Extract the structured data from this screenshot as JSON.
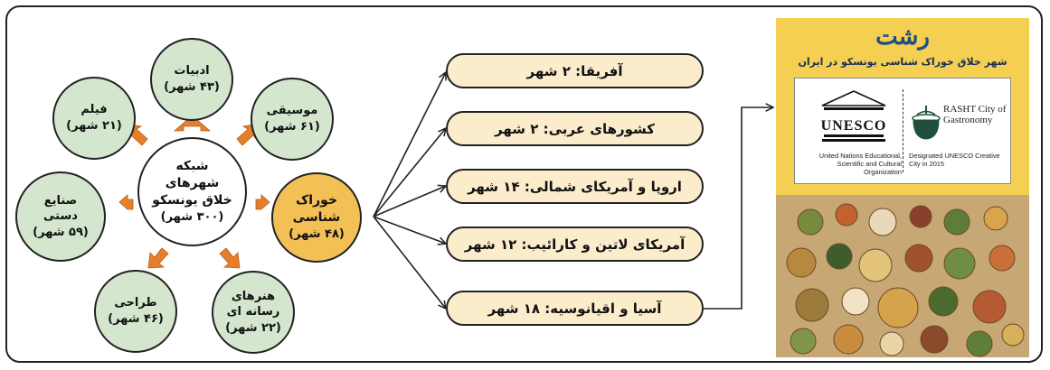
{
  "hub": {
    "label": "شبکه شهرهای خلاق یونسکو",
    "count": "(۳۰۰ شهر)"
  },
  "categories": [
    {
      "label": "ادبیات",
      "count": "(۴۳ شهر)"
    },
    {
      "label": "موسیقی",
      "count": "(۶۱ شهر)"
    },
    {
      "label": "فیلم",
      "count": "(۲۱ شهر)"
    },
    {
      "label": "صنایع دستی",
      "count": "(۵۹ شهر)"
    },
    {
      "label": "طراحی",
      "count": "(۴۶ شهر)"
    },
    {
      "label": "هنرهای رسانه ای",
      "count": "(۲۲ شهر)"
    }
  ],
  "gastronomy": {
    "label": "خوراک شناسی",
    "count": "(۴۸ شهر)"
  },
  "regions": [
    "آفریقا: ۲ شهر",
    "کشورهای عربی: ۲ شهر",
    "اروپا و آمریکای شمالی: ۱۴ شهر",
    "آمریکای لاتین و کارائیب: ۱۲ شهر",
    "آسیا و اقیانوسیه: ۱۸ شهر"
  ],
  "poster": {
    "title": "رشت",
    "subtitle": "شهر خلاق خوراک شناسی یونسکو در ایران",
    "unesco_logo": "UNESCO",
    "unesco_name": "United Nations Educational, Scientific and Cultural Organization",
    "rasht_name": "RASHT City of Gastronomy",
    "designated": "Designated UNESCO Creative City in 2015",
    "bg_color": "#f4cf52",
    "title_color": "#1d4e87"
  },
  "colors": {
    "circle_fill": "#d5e6cf",
    "gastronomy_fill": "#f2c055",
    "pill_fill": "#fbeccc",
    "arrow_fill": "#e57f2b"
  }
}
